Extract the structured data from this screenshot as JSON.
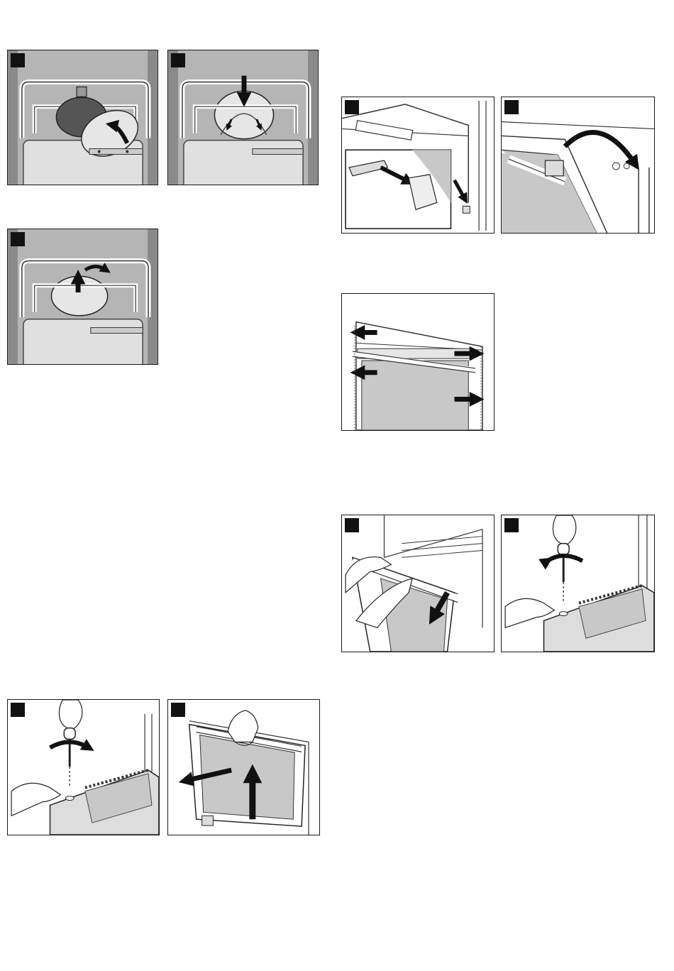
{
  "page": {
    "background": "#ffffff",
    "ink": "#111111",
    "panel_gray": "#c8c8c8",
    "dark_gray": "#888888"
  },
  "figures": [
    {
      "id": "lamp-cover-unscrew",
      "icon": "rotate-arrow-icon"
    },
    {
      "id": "lamp-cover-press",
      "icon": "down-arrow-icon"
    },
    {
      "id": "lamp-cover-lift",
      "icon": "up-arrow-icon"
    },
    {
      "id": "hinge-clip-release",
      "icon": "release-arrow-icon"
    },
    {
      "id": "hinge-lever-fold",
      "icon": "curved-arrow-icon"
    },
    {
      "id": "door-panel-lateral",
      "icon": "side-arrows-icon"
    },
    {
      "id": "door-remove-tilt",
      "icon": "down-arrow-icon"
    },
    {
      "id": "screw-fasten-right",
      "icon": "screwdriver-icon"
    },
    {
      "id": "screw-fasten-left",
      "icon": "screwdriver-icon"
    },
    {
      "id": "door-lift-out",
      "icon": "up-arrow-icon"
    }
  ]
}
